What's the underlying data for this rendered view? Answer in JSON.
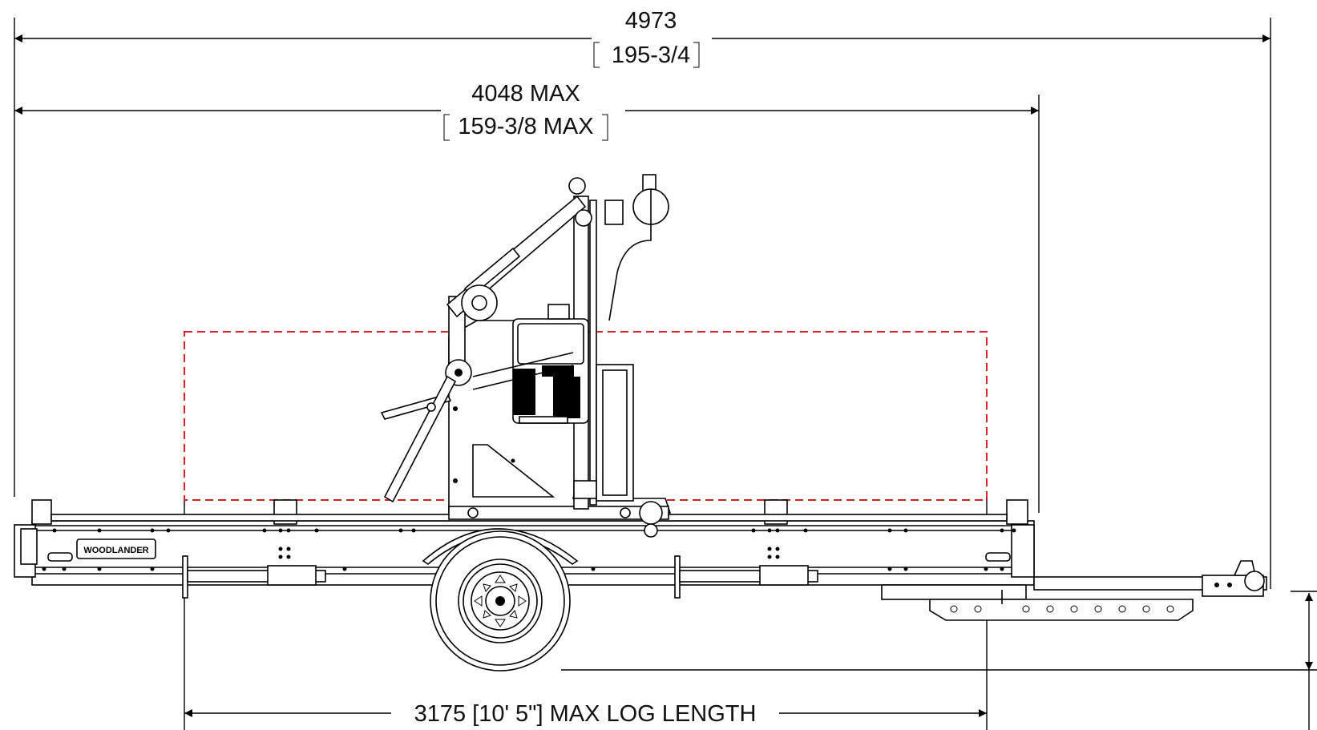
{
  "dimensions": {
    "overall_length_mm": "4973",
    "overall_length_in": "195-3/4",
    "max_length_mm": "4048 MAX",
    "max_length_in": "159-3/8 MAX",
    "log_length": "3175 [10' 5\"] MAX LOG LENGTH"
  },
  "brand": {
    "label": "WOODLANDER"
  },
  "colors": {
    "line": "#000000",
    "log_envelope": "#e02020",
    "background": "#ffffff"
  }
}
